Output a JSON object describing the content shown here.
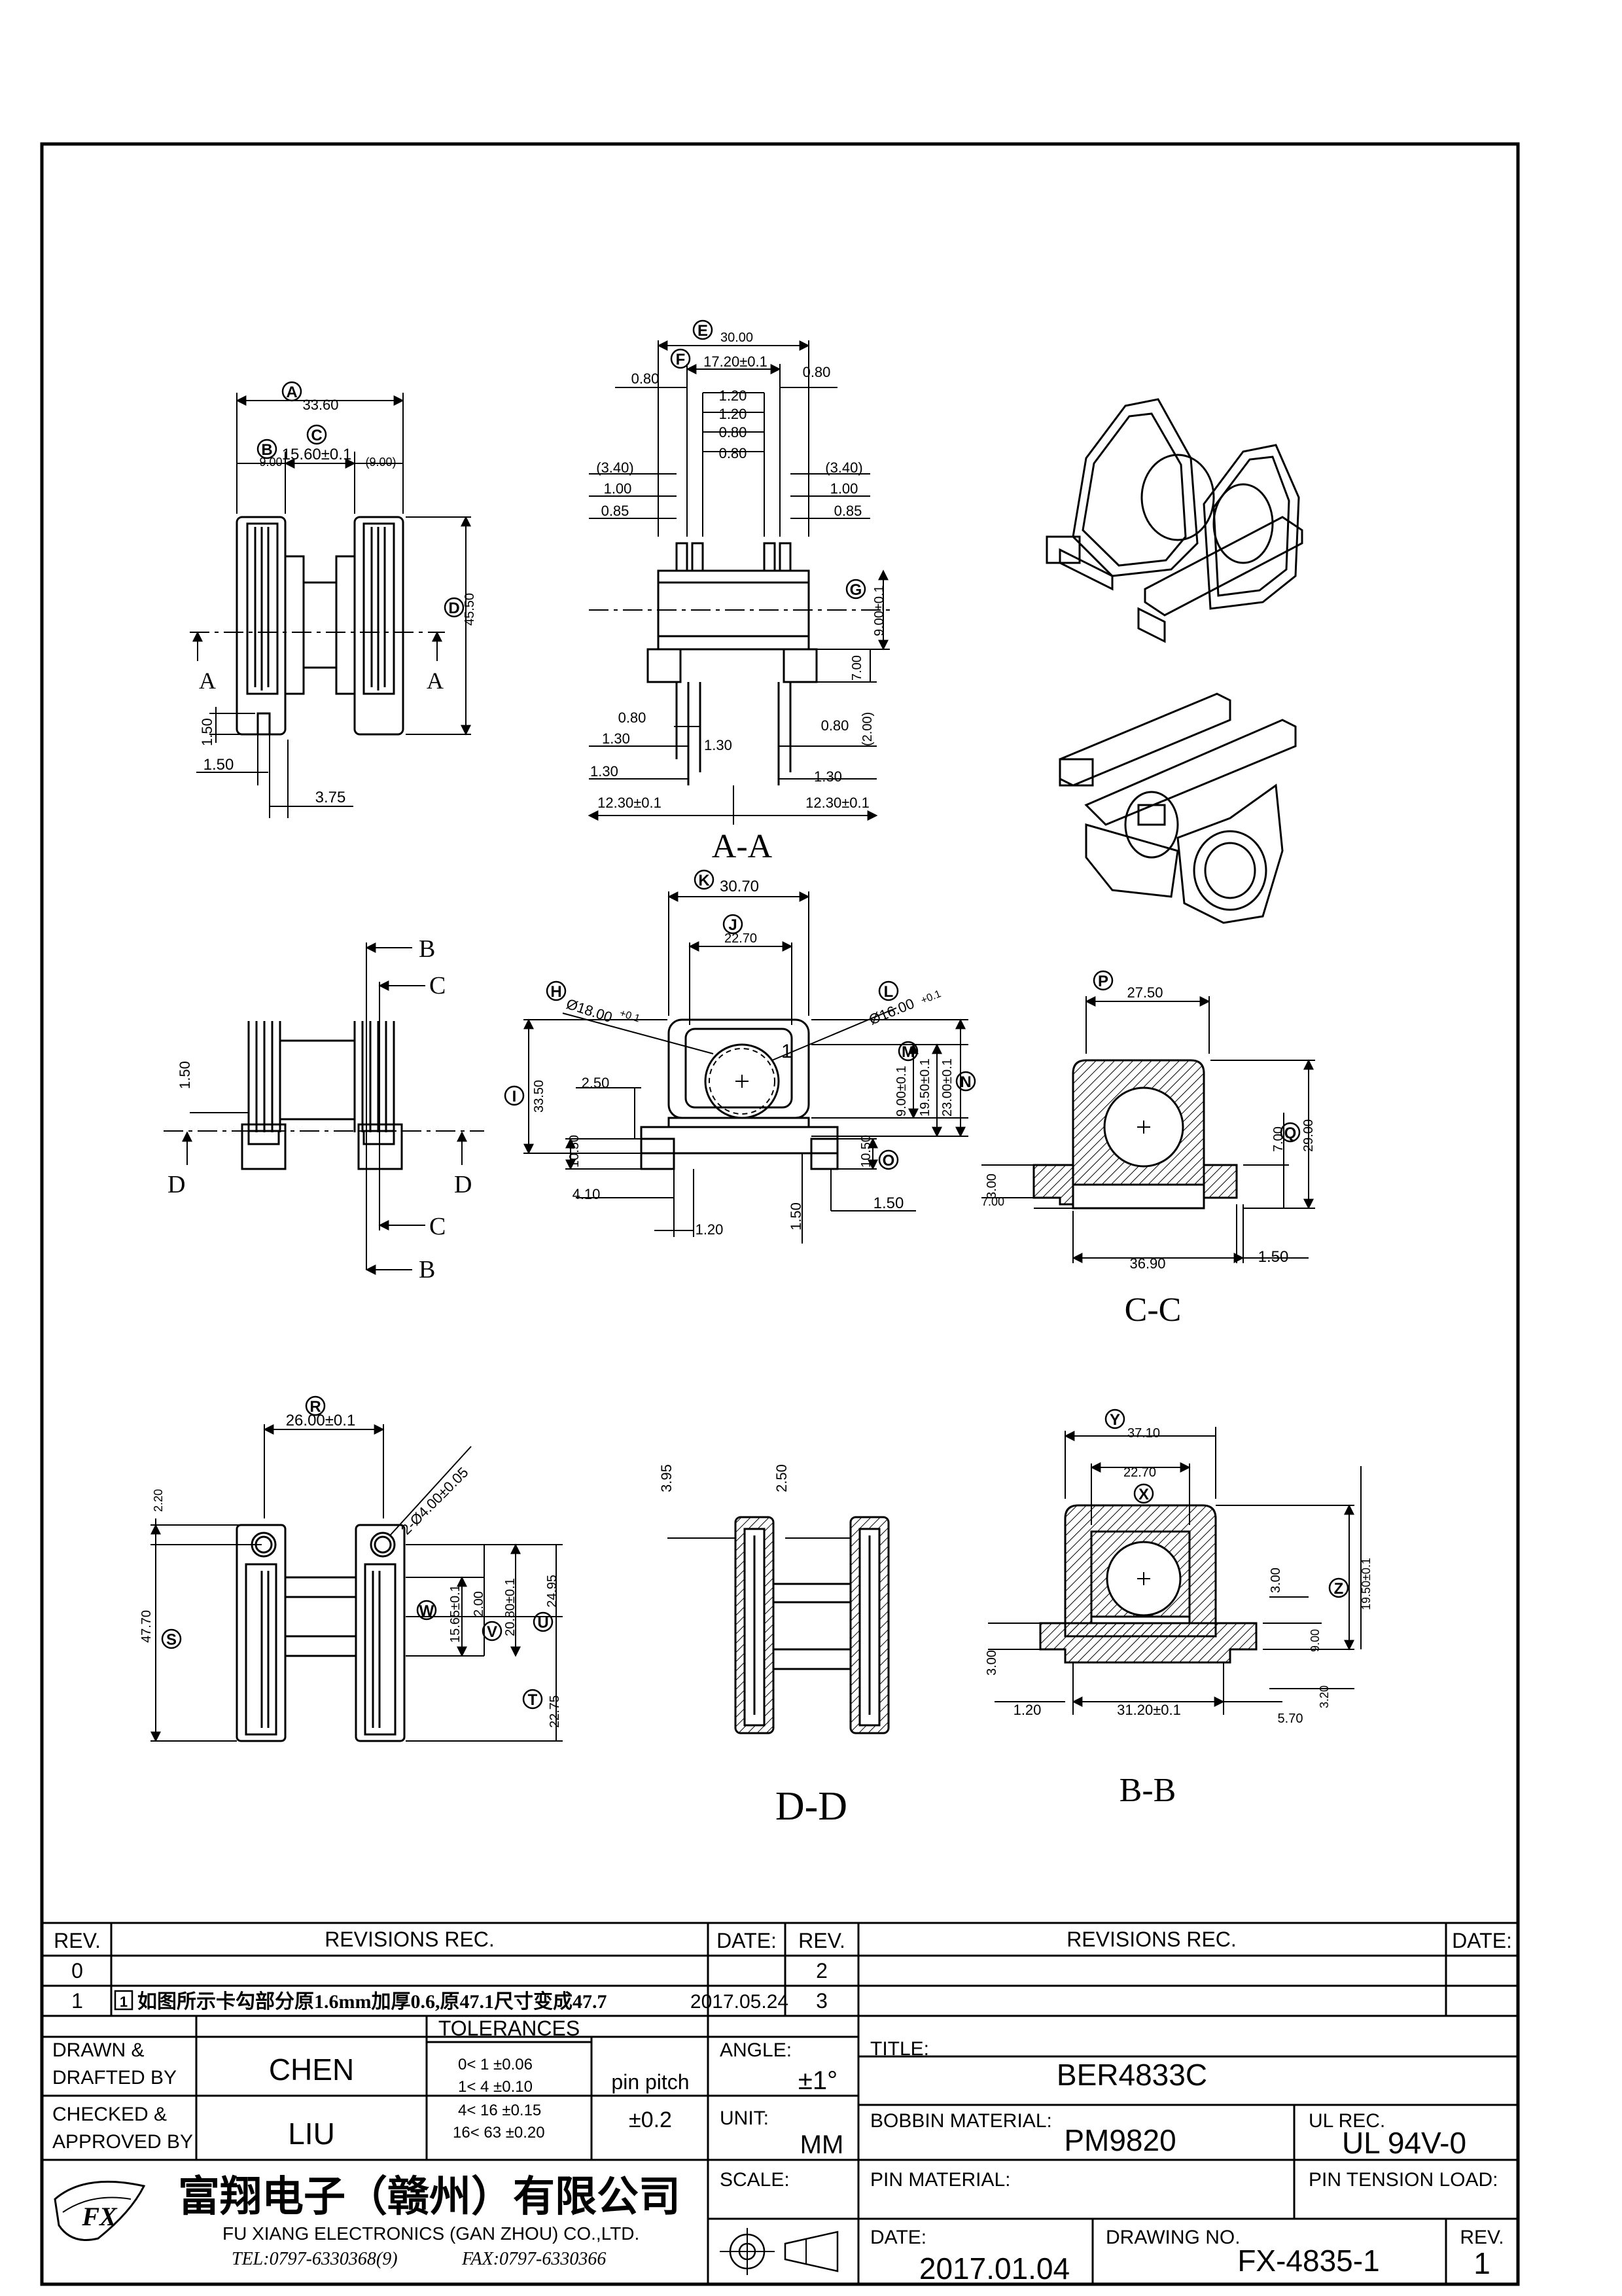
{
  "views": {
    "top_left": {
      "dims": {
        "A": "33.60",
        "B": "9.00",
        "C": "15.60±0.1",
        "C_right": "(9.00)",
        "D": "45.50",
        "v1": "1.50",
        "v2": "1.50",
        "v3": "3.75"
      },
      "section_label": "A"
    },
    "section_aa": {
      "dims": {
        "E": "30.00",
        "F": "17.20±0.1",
        "w080a": "0.80",
        "w080b": "0.80",
        "w120a": "1.20",
        "w120b": "1.20",
        "w080c": "0.80",
        "w080d": "0.80",
        "l340": "(3.40)",
        "r340": "(3.40)",
        "l100": "1.00",
        "r100": "1.00",
        "l085": "0.85",
        "r085": "0.85",
        "G": "9.00±0.1",
        "d700": "7.00",
        "b080a": "0.80",
        "b080b": "0.80",
        "b200": "(2.00)",
        "p130a": "1.30",
        "p130b": "1.30",
        "p130c": "1.30",
        "p130d": "1.30",
        "b1230a": "12.30±0.1",
        "b1230b": "12.30±0.1"
      },
      "title": "A-A"
    },
    "front": {
      "dims": {
        "K": "30.70",
        "J": "22.70",
        "H": "Ø18.00",
        "L": "Ø16.00",
        "M": "9.00±0.1",
        "N": "23.00±0.1",
        "n1950": "19.50±0.1",
        "I": "33.50",
        "w250": "2.50",
        "v1050a": "10.50",
        "v1050b": "10.50",
        "O": "",
        "h410": "4.10",
        "h120": "1.20",
        "v150": "1.50",
        "h150": "1.50",
        "num1": "1",
        "tol": "+0.1"
      }
    },
    "side_mid": {
      "labels": {
        "B": "B",
        "C": "C",
        "D": "D"
      },
      "dims": {
        "v150": "1.50"
      }
    },
    "section_cc": {
      "dims": {
        "P": "27.50",
        "Q": "29.00",
        "q700": "7.00",
        "v300": "3.00",
        "v700": "7.00",
        "h3690": "36.90",
        "h150": "1.50"
      },
      "title": "C-C"
    },
    "bottom_left": {
      "dims": {
        "R": "26.00±0.1",
        "hole": "2-Ø4.00±0.05",
        "v220": "2.20",
        "S": "47.70",
        "W": "15.65±0.1",
        "v200": "2.00",
        "V": "20.80±0.1",
        "U": "24.95",
        "T": "22.75"
      }
    },
    "section_dd": {
      "dims": {
        "v395": "3.95",
        "v250": "2.50"
      },
      "title": "D-D"
    },
    "section_bb": {
      "dims": {
        "Y": "37.10",
        "X": "22.70",
        "Z": "19.50±0.1",
        "v300a": "3.00",
        "v900": "9.00",
        "v300b": "3.00",
        "v320": "3.20",
        "h120": "1.20",
        "h3120": "31.20±0.1",
        "h570": "5.70"
      },
      "title": "B-B"
    }
  },
  "revisions": {
    "header": {
      "rev": "REV.",
      "rec": "REVISIONS   REC.",
      "date": "DATE:"
    },
    "rows_left": [
      {
        "rev": "0",
        "rec": "",
        "date": ""
      },
      {
        "rev": "1",
        "rec": "如图所示卡勾部分原1.6mm加厚0.6,原47.1尺寸变成47.7",
        "date": "2017.05.24",
        "mark": "1"
      }
    ],
    "rows_right": [
      {
        "rev": "2",
        "rec": "",
        "date": ""
      },
      {
        "rev": "3",
        "rec": "",
        "date": ""
      }
    ]
  },
  "title_block": {
    "drawn_label": "DRAWN &\nDRAFTED BY",
    "drawn_l1": "DRAWN &",
    "drawn_l2": "DRAFTED BY",
    "drawn_value": "CHEN",
    "checked_l1": "CHECKED &",
    "checked_l2": "APPROVED BY",
    "checked_value": "LIU",
    "tolerances_title": "TOLERANCES",
    "tol_rows": [
      "0<   1    ±0.06",
      "1<   4    ±0.10",
      "4<   16   ±0.15",
      "16<   63  ±0.20"
    ],
    "pin_pitch_label": "pin  pitch",
    "pin_pitch_value": "±0.2",
    "angle_label": "ANGLE:",
    "angle_value": "±1°",
    "unit_label": "UNIT:",
    "unit_value": "MM",
    "scale_label": "SCALE:",
    "title_label": "TITLE:",
    "title_value": "BER4833C",
    "bobbin_label": "BOBBIN  MATERIAL:",
    "bobbin_value": "PM9820",
    "ul_label": "UL  REC.",
    "ul_value": "UL  94V-0",
    "pin_material_label": "PIN  MATERIAL:",
    "pin_tension_label": "PIN  TENSION  LOAD:",
    "date_label": "DATE:",
    "date_value": "2017.01.04",
    "drawing_no_label": "DRAWING  NO.",
    "drawing_no_value": "FX-4835-1",
    "rev_label": "REV.",
    "rev_value": "1",
    "company_cn": "富翔电子（赣州）有限公司",
    "company_en": "FU  XIANG  ELECTRONICS  (GAN  ZHOU)  CO.,LTD.",
    "tel": "TEL:0797-6330368(9)",
    "fax": "FAX:0797-6330366",
    "logo_text": "FX"
  }
}
